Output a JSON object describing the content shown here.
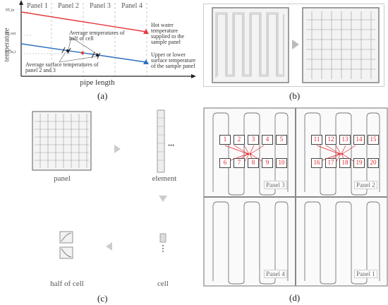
{
  "panel_a": {
    "caption": "(a)",
    "panel_headers": [
      "Panel 1",
      "Panel 2",
      "Panel 3",
      "Panel 4"
    ],
    "y_axis_label": "temperature",
    "x_axis_label": "pipe length",
    "y_ticks": [
      "θT,in",
      "θT,out",
      "θT,m,t"
    ],
    "annotation_avg_half_cell": "Average temperatures of half of cell",
    "annotation_avg_surface": "Average surface temperatures of panel 2 and 3",
    "legend_hot_water": "Hot water temperature supplied to the sample panel",
    "legend_surface": "Upper or lower surface temperature of the sample panel",
    "colors": {
      "hot_water": "#e8393e",
      "surface": "#2c6fbf"
    }
  },
  "panel_b": {
    "caption": "(b)"
  },
  "panel_c": {
    "caption": "(c)",
    "label_panel": "panel",
    "label_element": "element",
    "label_cell": "cell",
    "label_half_cell": "half of cell",
    "ellipsis": "•••"
  },
  "panel_d": {
    "caption": "(d)",
    "panel_labels": [
      "Panel 3",
      "Panel 2",
      "Panel 4",
      "Panel 1"
    ],
    "sensors_left_top": [
      "1",
      "2",
      "3",
      "4",
      "5"
    ],
    "sensors_left_bottom": [
      "6",
      "7",
      "8",
      "9",
      "10"
    ],
    "sensors_right_top": [
      "11",
      "12",
      "13",
      "14",
      "15"
    ],
    "sensors_right_bottom": [
      "16",
      "17",
      "18",
      "19",
      "20"
    ],
    "colors": {
      "sensor": "#e0262c"
    }
  }
}
